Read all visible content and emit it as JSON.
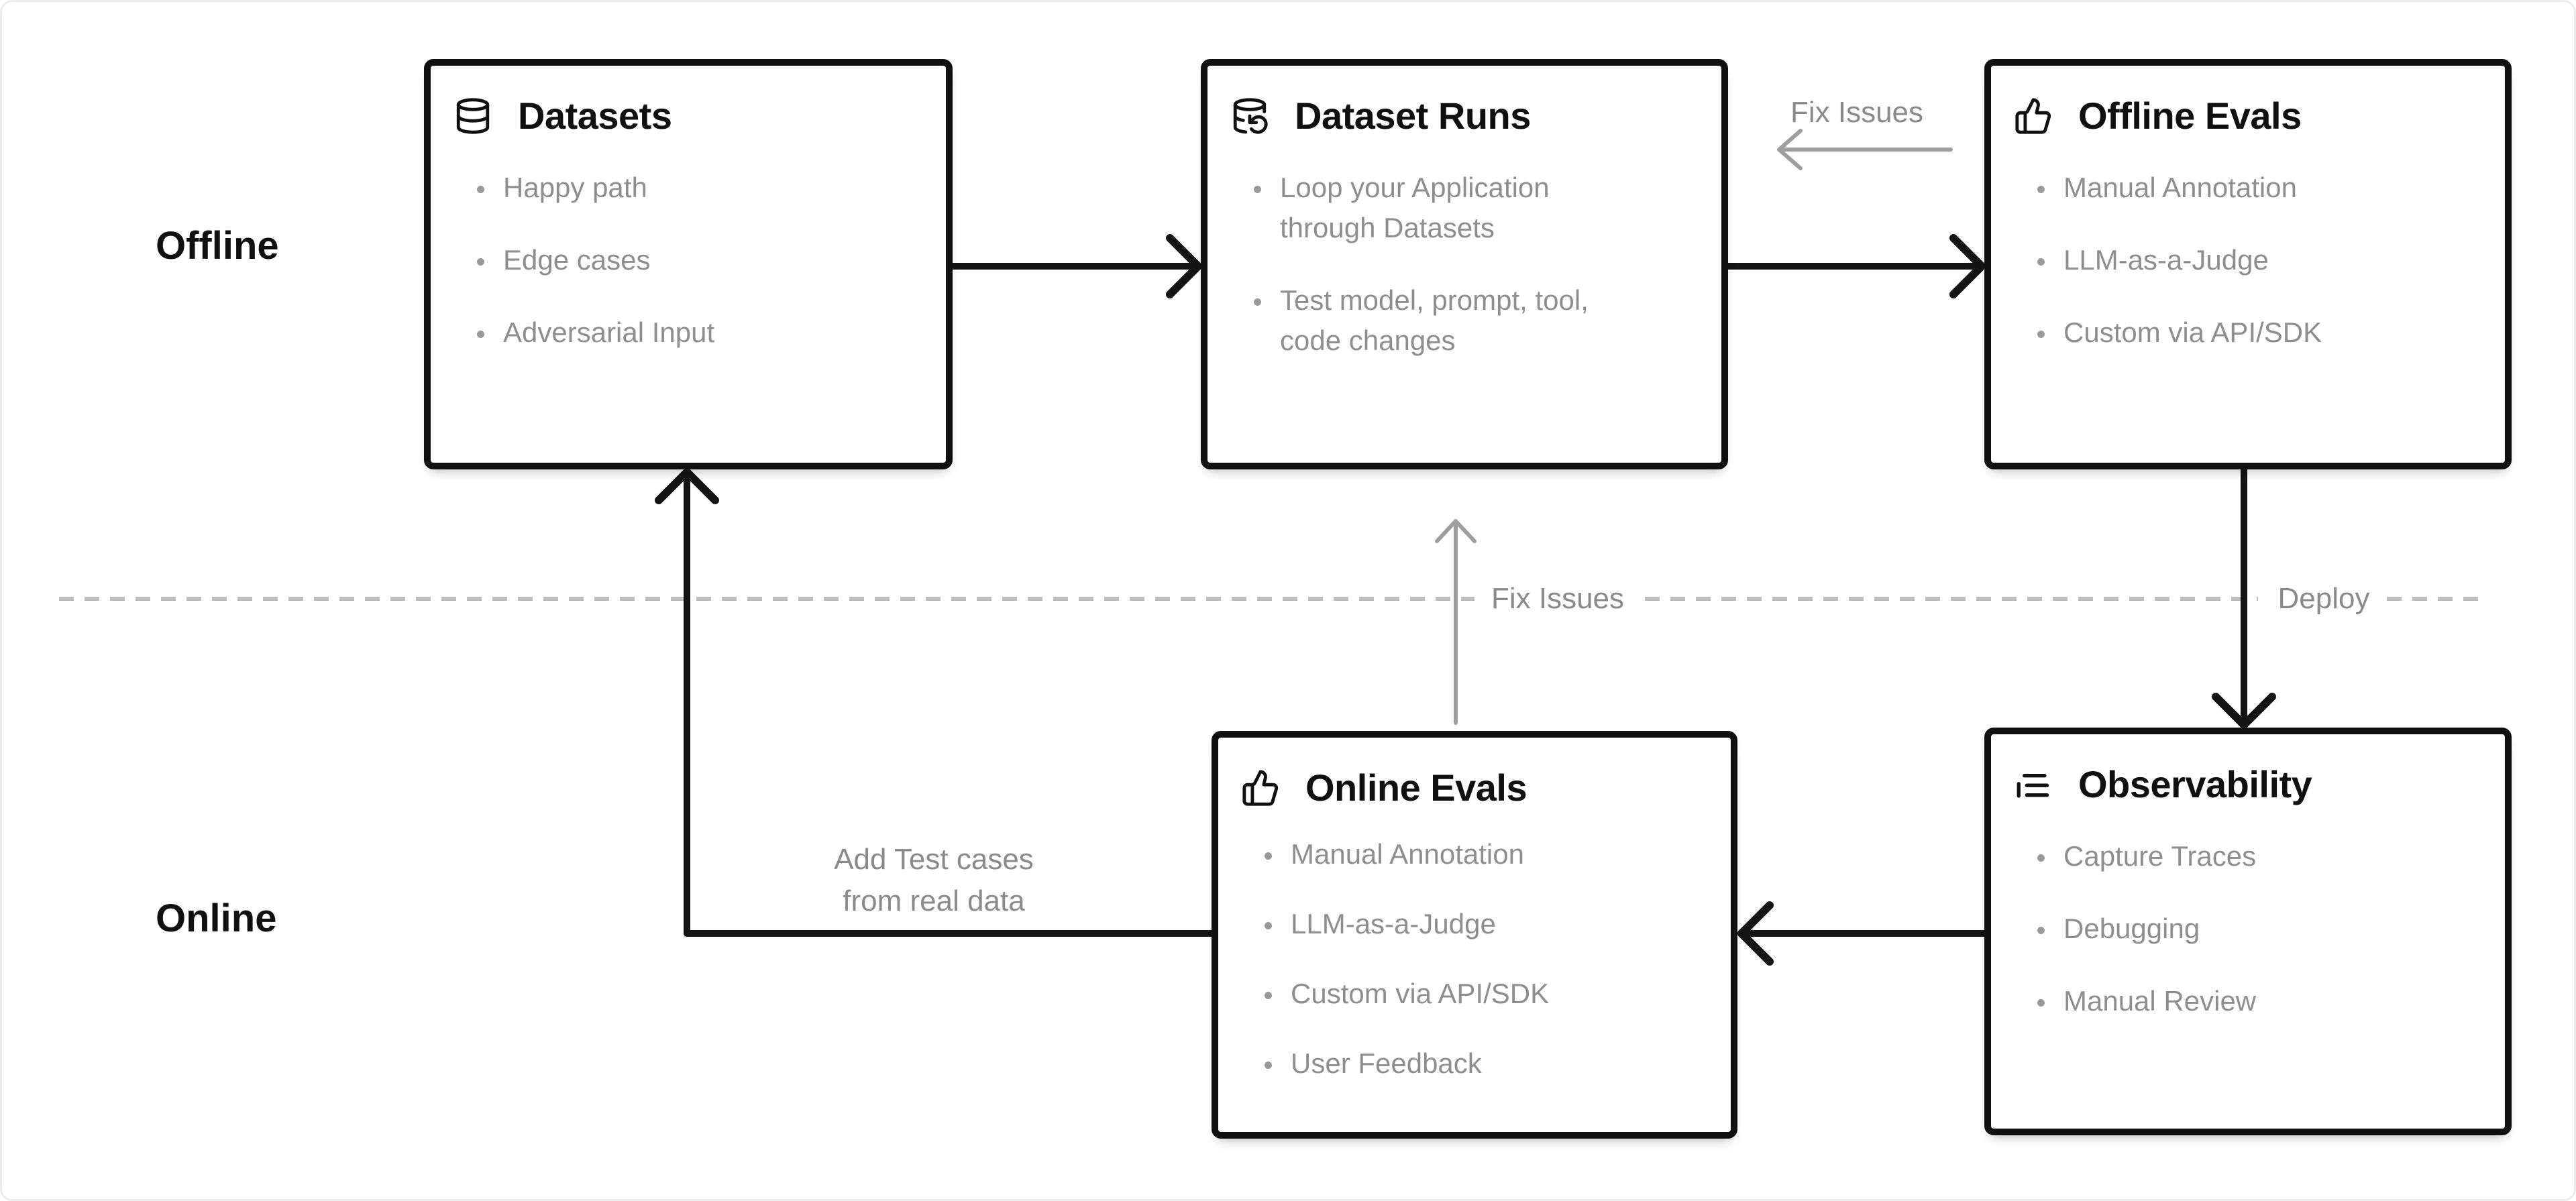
{
  "rows": {
    "offline_label": "Offline",
    "online_label": "Online"
  },
  "boxes": [
    {
      "id": "datasets",
      "icon": "database-icon",
      "title": "Datasets",
      "items": [
        "Happy path",
        "Edge cases",
        "Adversarial Input"
      ]
    },
    {
      "id": "dataset-runs",
      "icon": "database-refresh-icon",
      "title": "Dataset Runs",
      "items": [
        "Loop your Application\nthrough Datasets",
        "Test model, prompt, tool,\ncode changes"
      ]
    },
    {
      "id": "offline-evals",
      "icon": "thumbs-up-icon",
      "title": "Offline Evals",
      "items": [
        "Manual Annotation",
        "LLM-as-a-Judge",
        "Custom via API/SDK"
      ]
    },
    {
      "id": "online-evals",
      "icon": "thumbs-up-icon",
      "title": "Online Evals",
      "items": [
        "Manual Annotation",
        "LLM-as-a-Judge",
        "Custom via API/SDK",
        "User Feedback"
      ]
    },
    {
      "id": "observability",
      "icon": "logs-icon",
      "title": "Observability",
      "items": [
        "Capture Traces",
        "Debugging",
        "Manual Review"
      ]
    }
  ],
  "edge_labels": {
    "fix_issues_top": "Fix Issues",
    "fix_issues_mid": "Fix Issues",
    "deploy": "Deploy",
    "add_test_cases": "Add Test cases\nfrom real data"
  },
  "colors": {
    "box_border": "#101010",
    "arrow_black": "#141414",
    "arrow_gray": "#9e9e9e",
    "dashed_line": "#bdbdbd",
    "muted_text": "#8e8e8e",
    "title_text": "#101010"
  }
}
